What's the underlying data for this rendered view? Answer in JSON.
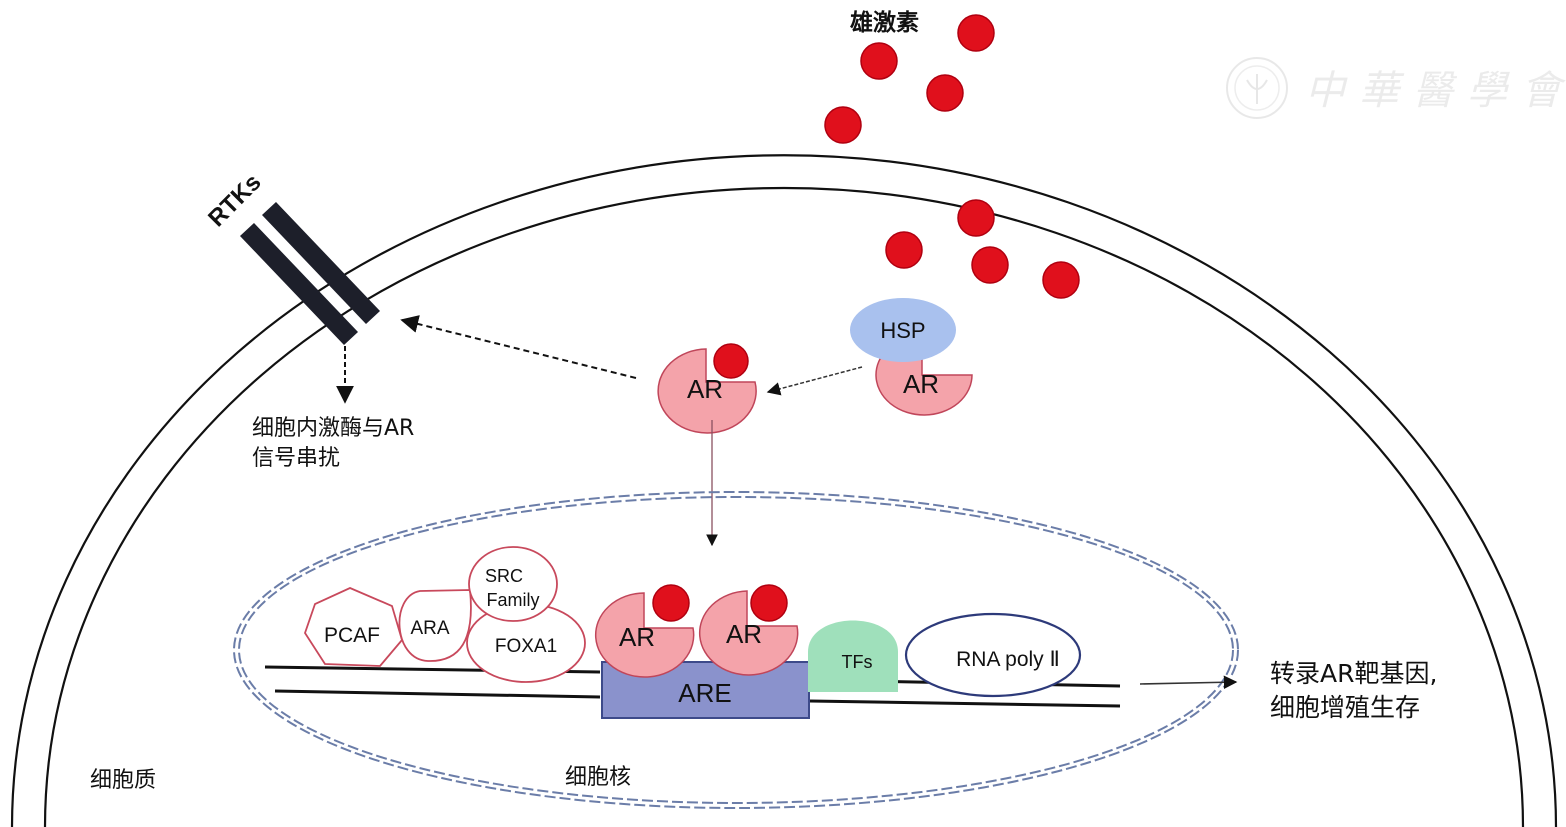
{
  "labels": {
    "androgen": "雄激素",
    "rtks": "RTKs",
    "crosstalk_line1": "细胞内激酶与AR",
    "crosstalk_line2": "信号串扰",
    "hsp": "HSP",
    "ar": "AR",
    "pcaf": "PCAF",
    "ara": "ARA",
    "src_line1": "SRC",
    "src_line2": "Family",
    "foxa1": "FOXA1",
    "are": "ARE",
    "tfs": "TFs",
    "rna_pol": "RNA poly Ⅱ",
    "outcome_line1": "转录AR靶基因,",
    "outcome_line2": "细胞增殖生存",
    "cytoplasm": "细胞质",
    "nucleus": "细胞核"
  },
  "watermark": {
    "text": "中華醫學會",
    "emblem": "cma-emblem-icon"
  },
  "colors": {
    "androgen": "#e0101c",
    "ar_fill": "#f4a3aa",
    "ar_stroke": "#c0465a",
    "hsp": "#a9c1ee",
    "are_fill": "#8a92cc",
    "are_stroke": "#3d4a8a",
    "tfs": "#9fe0bb",
    "rna_pol_stroke": "#2d3a7a",
    "cofactor_stroke": "#c8495c",
    "nucleus_dash": "#6b7da8",
    "rtk": "#1d1f2a"
  }
}
